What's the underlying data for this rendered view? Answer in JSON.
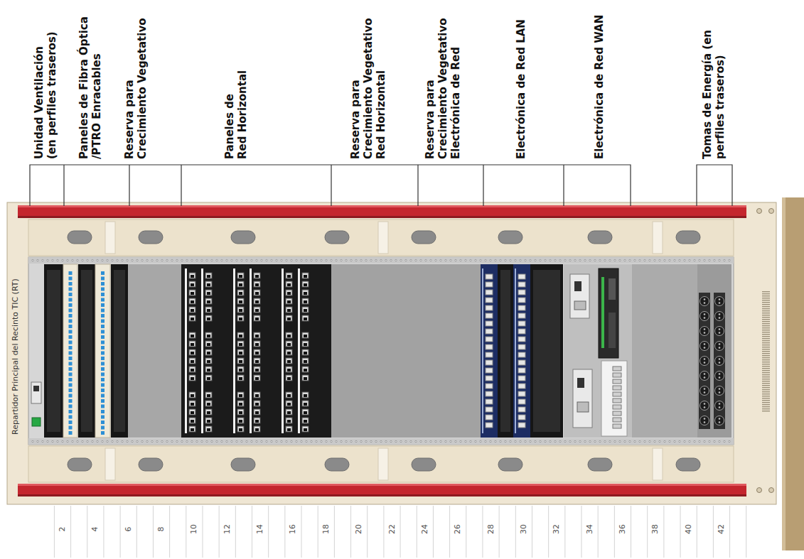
{
  "diagram": {
    "labels": [
      "Unidad Ventilación (en perfiles traseros)",
      "Paneles de Fibra Óptica /PTRO Enracables",
      "Reserva para Crecimiento Vegetativo",
      "Paneles de Red Horizontal",
      "Reserva para Crecimiento Vegetativo Red Horizontal",
      "Reserva para Crecimiento Vegetativo Electrónica de Red",
      "Electrónica de Red LAN",
      "Electrónica de Red WAN",
      "Tomas de Energía (en perfiles traseros)",
      "Repartidor Principal del Recinto TIC (RT)",
      "2",
      "4",
      "6",
      "8",
      "10",
      "12",
      "14",
      "16",
      "18",
      "20",
      "22",
      "24",
      "26",
      "28",
      "30",
      "32",
      "34",
      "36",
      "38",
      "40",
      "42"
    ]
  }
}
